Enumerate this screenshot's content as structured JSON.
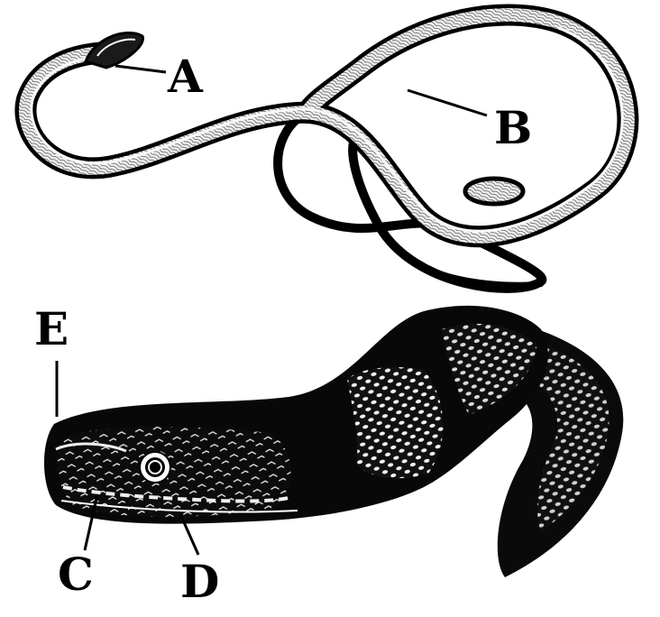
{
  "labels": {
    "a": "A",
    "b": "B",
    "c": "C",
    "d": "D",
    "e": "E"
  },
  "colors": {
    "ink": "#000000",
    "paper": "#ffffff",
    "scale_light": "#f4f4f4"
  }
}
